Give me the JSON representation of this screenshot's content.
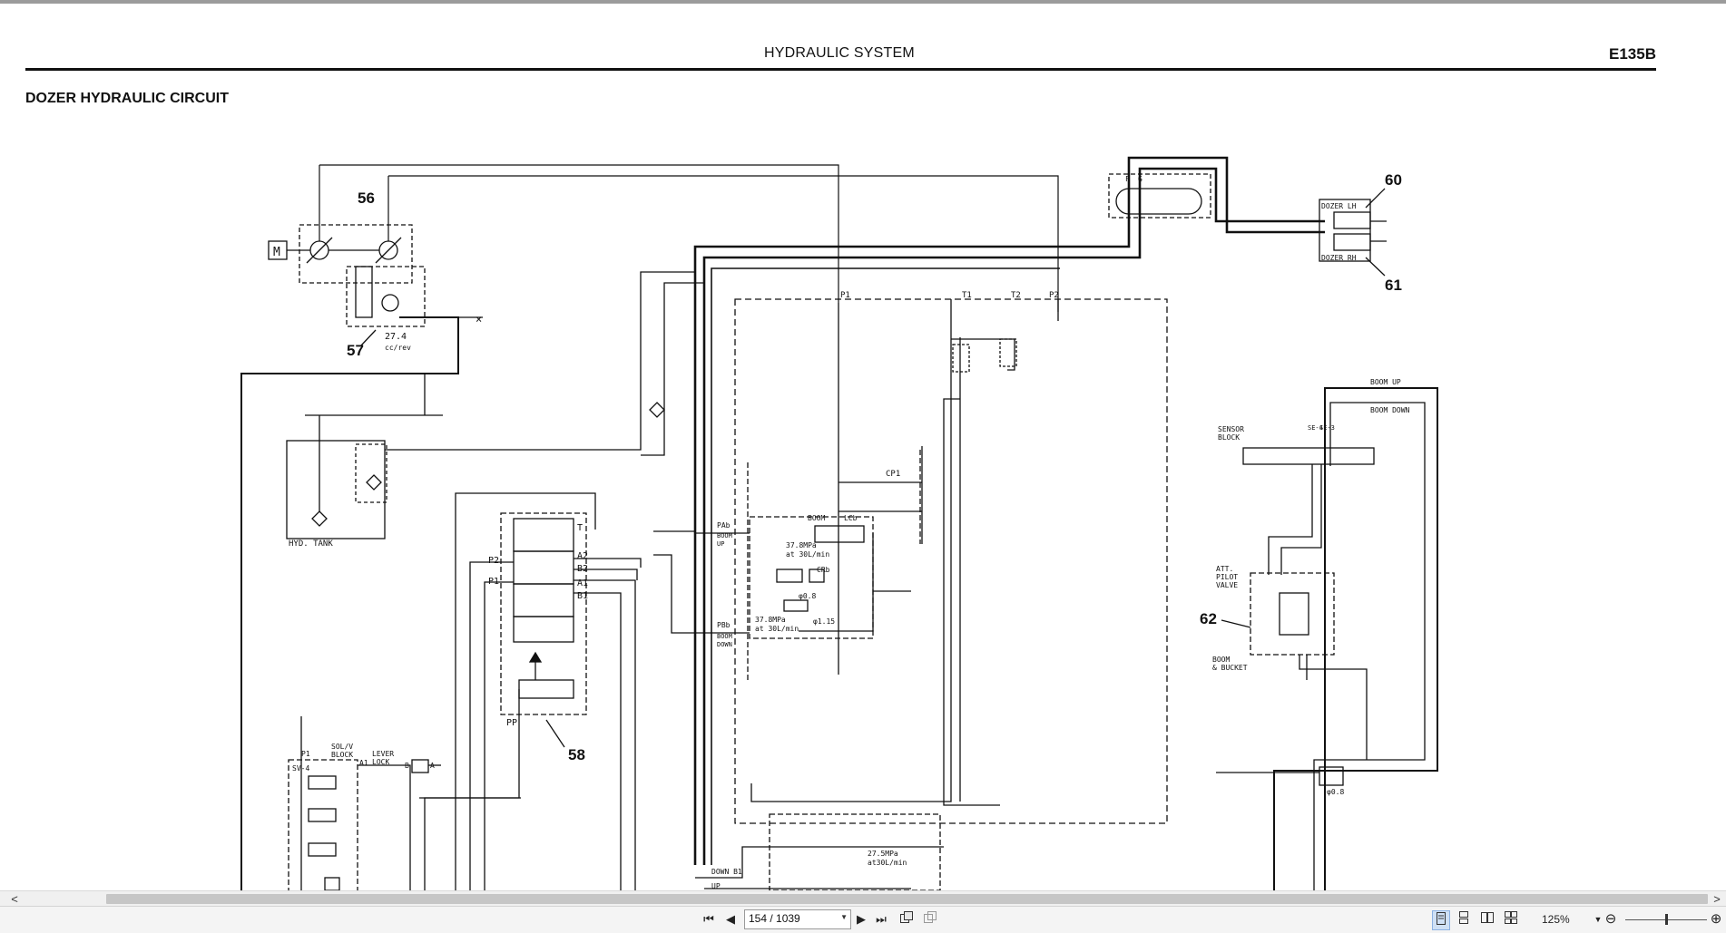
{
  "document": {
    "header_title": "HYDRAULIC SYSTEM",
    "header_model": "E135B",
    "section_title": "DOZER HYDRAULIC CIRCUIT"
  },
  "diagram": {
    "component_numbers": [
      "56",
      "57",
      "58",
      "60",
      "61",
      "62"
    ],
    "labels": {
      "hyd_tank": "HYD. TANK",
      "pump_disp": "27.4",
      "pump_unit": "cc/rev",
      "motor": "M",
      "p1": "P1",
      "t1": "T1",
      "t2": "T2",
      "p2": "P2",
      "cp1": "CP1",
      "f": "F",
      "g": "G",
      "dozer_lh": "DOZER LH",
      "dozer_rh": "DOZER RH",
      "boom_up": "BOOM UP",
      "boom_down": "BOOM DOWN",
      "sensor_block_1": "SENSOR",
      "sensor_block_2": "BLOCK",
      "se4": "SE-4",
      "se3": "SE-3",
      "att_pilot_1": "ATT.",
      "att_pilot_2": "PILOT",
      "att_pilot_3": "VALVE",
      "boom_bucket_1": "BOOM",
      "boom_bucket_2": "& BUCKET",
      "orifice_08": "φ0.8",
      "orifice_115": "φ1.15",
      "boom": "BOOM",
      "lcb": "LCb",
      "crb": "CRb",
      "pab": "PAb",
      "pbb": "PBb",
      "boom_up_s1": "BOOM",
      "boom_up_s2": "UP",
      "boom_down_s1": "BOOM",
      "boom_down_s2": "DOWN",
      "relief_1a": "37.8MPa",
      "relief_1b": "at 30L/min",
      "relief_2a": "37.8MPa",
      "relief_2b": "at 30L/min",
      "relief_3a": "27.5MPa",
      "relief_3b": "at30L/min",
      "valve_t": "T",
      "valve_a2": "A2",
      "valve_b2": "B2",
      "valve_a1": "A1",
      "valve_b1": "B1",
      "valve_p2": "P2",
      "valve_p1": "P1",
      "valve_pp": "PP",
      "solv_1": "SOL/V",
      "solv_2": "BLOCK",
      "sv4": "SV-4",
      "solv_p1": "P1",
      "solv_a1": "A1",
      "lever_1": "LEVER",
      "lever_2": "LOCK",
      "shuttle_b": "B",
      "shuttle_a": "A",
      "down_b1": "DOWN B1",
      "up": "UP"
    }
  },
  "scrollbar": {
    "left_arrow": "<",
    "right_arrow": ">"
  },
  "toolbar": {
    "first_page": "⏮",
    "prev_page": "◀",
    "page_field": "154 / 1039",
    "next_page": "▶",
    "last_page": "⏭",
    "zoom_level": "125%",
    "zoom_out": "⊖",
    "zoom_in": "⊕"
  }
}
